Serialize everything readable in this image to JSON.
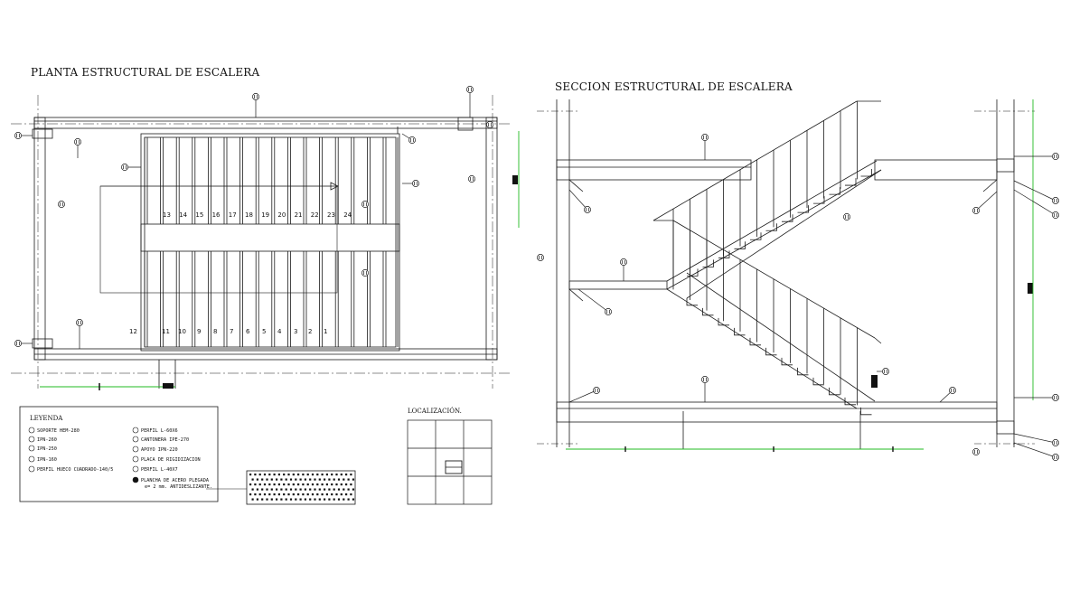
{
  "plan_title": "PLANTA ESTRUCTURAL DE ESCALERA",
  "section_title": "SECCION ESTRUCTURAL DE ESCALERA",
  "upper_steps": [
    "13",
    "14",
    "15",
    "16",
    "17",
    "18",
    "19",
    "20",
    "21",
    "22",
    "23",
    "24"
  ],
  "lower_steps": [
    "12",
    "11",
    "10",
    "9",
    "8",
    "7",
    "6",
    "5",
    "4",
    "3",
    "2",
    "1"
  ],
  "legend": {
    "title": "LEYENDA",
    "left": [
      "SOPORTE HEM-280",
      "IPN-260",
      "IPN-250",
      "IPN-160",
      "PERFIL HUECO CUADRADO-140/5"
    ],
    "right": [
      "PERFIL L-60X6",
      "CANTONERA IPE-270",
      "APOYO IPN-220",
      "PLACA DE RIGIDIZACION",
      "PERFIL L-40X7"
    ],
    "plate_line1": "PLANCHA DE ACERO PLEGADA",
    "plate_line2": "e= 2 mm. ANTIDESLIZANTE."
  },
  "location_title": "LOCALIZACIÓN.",
  "colors": {
    "line": "#1a1a1a",
    "dimension": "#22bb22"
  }
}
